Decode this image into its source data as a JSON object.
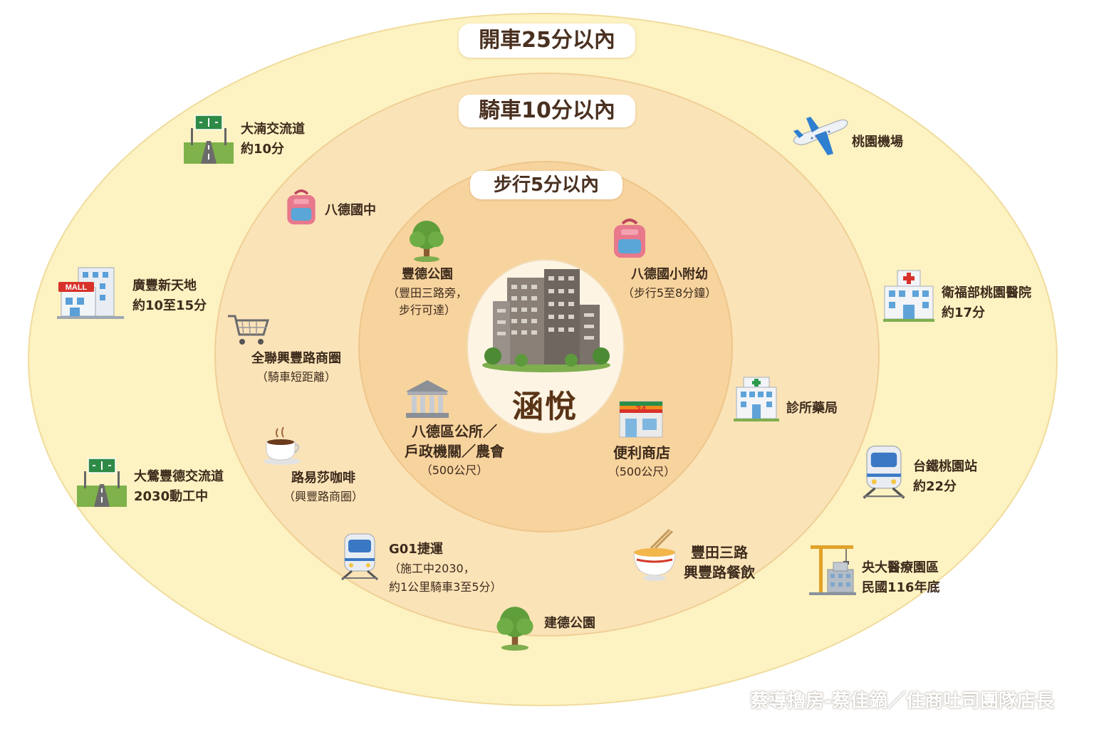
{
  "colors": {
    "outer_ring": "#fdf2c2",
    "middle_ring": "#fbe2b8",
    "inner_ring": "#f7d29c",
    "center_disc": "#fdf5e6",
    "ring_stroke": "#edd6a0",
    "text": "#3d2b1c"
  },
  "zones": {
    "drive": "開車25分以內",
    "ride": "騎車10分以內",
    "walk": "步行5分以內"
  },
  "center": {
    "name": "涵悅",
    "icon": "apartment-building-icon"
  },
  "walk_pois": [
    {
      "lines": [
        "豐德公園",
        "（豐田三路旁，",
        "步行可達）"
      ],
      "icon": "tree-icon"
    },
    {
      "lines": [
        "八德國小附幼",
        "（步行5至8分鐘）"
      ],
      "icon": "backpack-icon"
    },
    {
      "lines": [
        "八德區公所／",
        "戶政機關／農會",
        "（500公尺）"
      ],
      "icon": "government-building-icon"
    },
    {
      "lines": [
        "便利商店",
        "（500公尺）"
      ],
      "icon": "convenience-store-icon"
    }
  ],
  "ride_pois": [
    {
      "lines": [
        "八德國中"
      ],
      "icon": "backpack-icon"
    },
    {
      "lines": [
        "全聯興豐路商圈",
        "（騎車短距離）"
      ],
      "icon": "shopping-cart-icon"
    },
    {
      "lines": [
        "路易莎咖啡",
        "（興豐路商圈）"
      ],
      "icon": "coffee-cup-icon"
    },
    {
      "lines": [
        "G01捷運",
        "（施工中2030，",
        "約1公里騎車3至5分）"
      ],
      "icon": "metro-train-icon"
    },
    {
      "lines": [
        "建德公園"
      ],
      "icon": "tree-icon"
    },
    {
      "lines": [
        "豐田三路",
        "興豐路餐飲"
      ],
      "icon": "noodle-bowl-icon"
    },
    {
      "lines": [
        "診所藥局"
      ],
      "icon": "clinic-icon"
    }
  ],
  "drive_pois": [
    {
      "lines": [
        "大湳交流道",
        "約10分"
      ],
      "icon": "highway-sign-icon"
    },
    {
      "lines": [
        "廣豐新天地",
        "約10至15分"
      ],
      "icon": "mall-icon"
    },
    {
      "lines": [
        "大鶯豐德交流道",
        "2030動工中"
      ],
      "icon": "highway-sign-icon"
    },
    {
      "lines": [
        "桃園機場"
      ],
      "icon": "airplane-icon"
    },
    {
      "lines": [
        "衛福部桃園醫院",
        "約17分"
      ],
      "icon": "hospital-icon"
    },
    {
      "lines": [
        "台鐵桃園站",
        "約22分"
      ],
      "icon": "train-icon"
    },
    {
      "lines": [
        "央大醫療園區",
        "民國116年底"
      ],
      "icon": "construction-crane-icon"
    }
  ],
  "mall_sign": "MALL",
  "store_sign": "24",
  "watermark": "蔡導擼房-蔡佳鏑／住商吐司團隊店長"
}
